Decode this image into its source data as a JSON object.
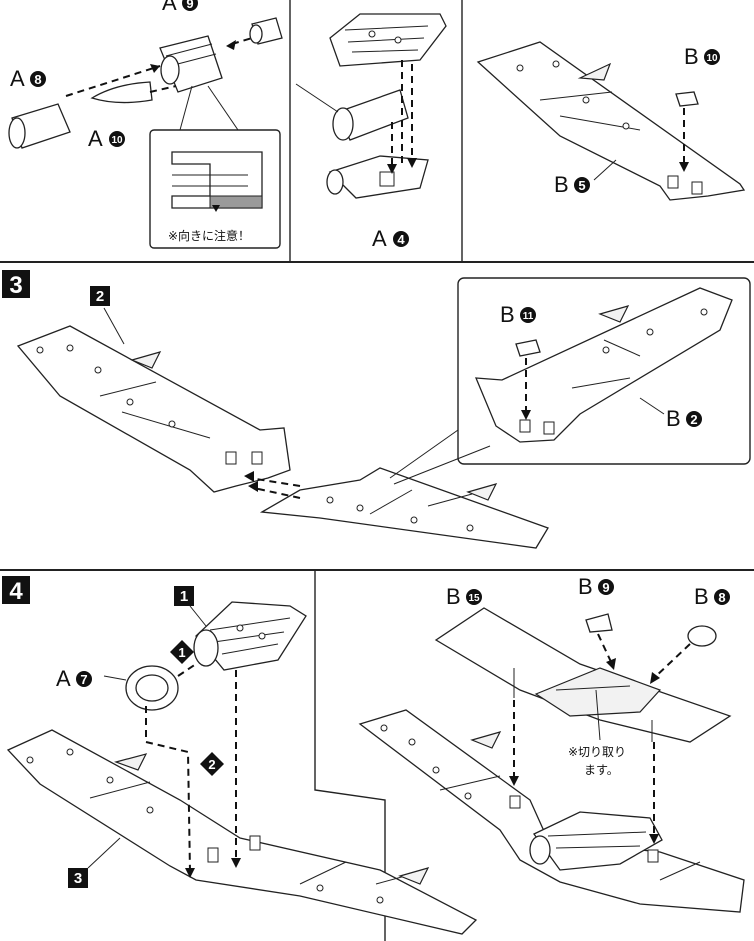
{
  "steps": {
    "three": "3",
    "four": "4"
  },
  "parts": {
    "a8": {
      "letter": "A",
      "num": "8"
    },
    "a9": {
      "letter": "A",
      "num": "9"
    },
    "a10": {
      "letter": "A",
      "num": "10"
    },
    "a4": {
      "letter": "A",
      "num": "4"
    },
    "a7": {
      "letter": "A",
      "num": "7"
    },
    "b10": {
      "letter": "B",
      "num": "10"
    },
    "b5": {
      "letter": "B",
      "num": "5"
    },
    "b11": {
      "letter": "B",
      "num": "11"
    },
    "b2": {
      "letter": "B",
      "num": "2"
    },
    "b15": {
      "letter": "B",
      "num": "15"
    },
    "b9": {
      "letter": "B",
      "num": "9"
    },
    "b8": {
      "letter": "B",
      "num": "8"
    }
  },
  "subassembly_refs": {
    "ref2": "2",
    "ref1": "1",
    "ref3": "3"
  },
  "order_marks": {
    "first": "1",
    "second": "2"
  },
  "notes": {
    "orientation": "※向きに注意！",
    "cut_line1": "※切り取り",
    "cut_line2": "ます。"
  }
}
